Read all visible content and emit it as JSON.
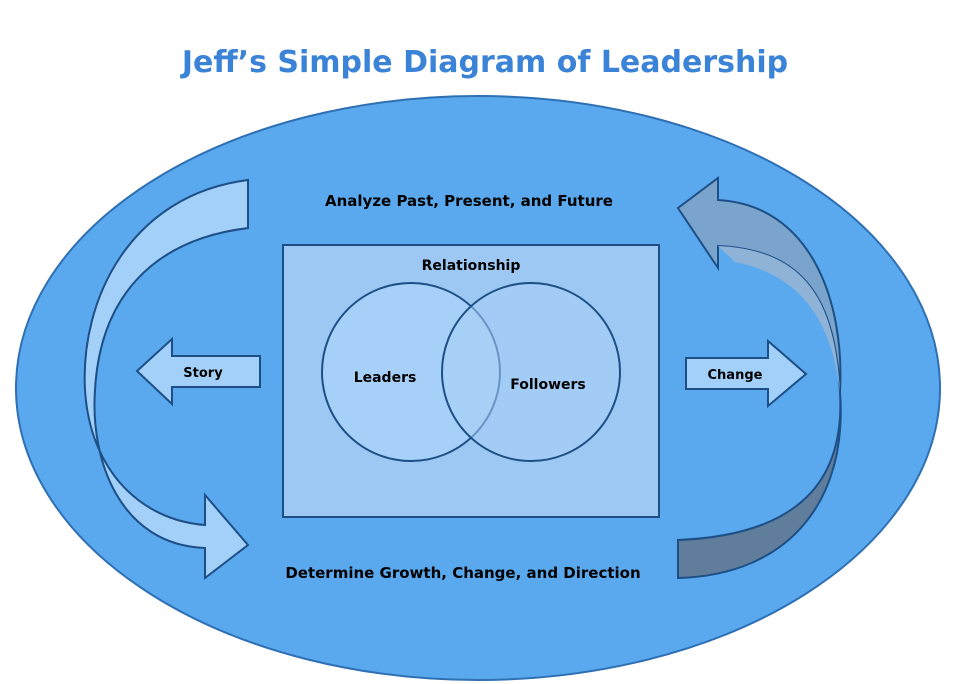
{
  "title": "Jeff’s Simple Diagram of Leadership",
  "top_label": "Analyze Past, Present, and Future",
  "bottom_label": "Determine Growth, Change, and Direction",
  "box": {
    "label": "Relationship",
    "left_circle_label": "Leaders",
    "right_circle_label": "Followers"
  },
  "left_arrow_label": "Story",
  "right_arrow_label": "Change",
  "colors": {
    "title": "#3b83d6",
    "ellipse_fill": "#5aa9ee",
    "box_fill": "#9cc8f3",
    "circle_fill": "#a7d0f7",
    "arrow_light": "#a3d0f8",
    "arrow_dark": "#6f8fae",
    "outline": "#1d4f86"
  }
}
